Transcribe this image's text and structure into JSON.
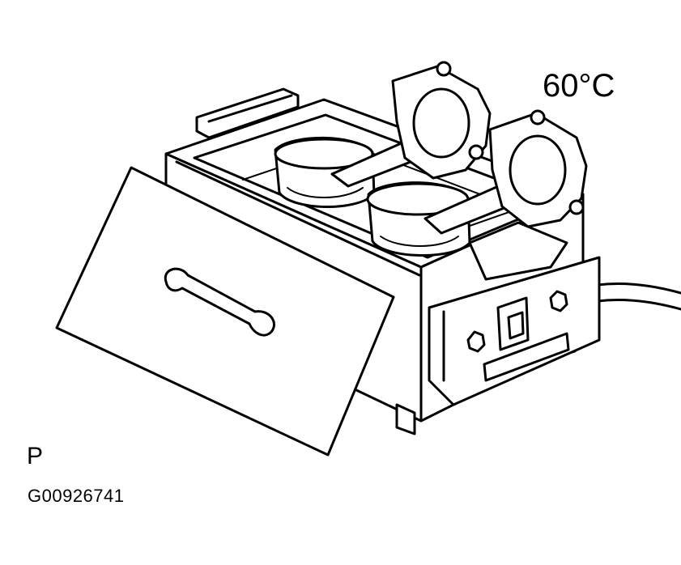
{
  "diagram": {
    "temperature_label": "60°C",
    "view_letter": "P",
    "figure_id": "G00926741"
  },
  "icons": {
    "tank": "heating-tank-icon",
    "lid": "tank-lid-icon",
    "piston": "piston-connecting-rod-icon",
    "control_box": "control-box-icon",
    "cord": "power-cord-icon"
  }
}
